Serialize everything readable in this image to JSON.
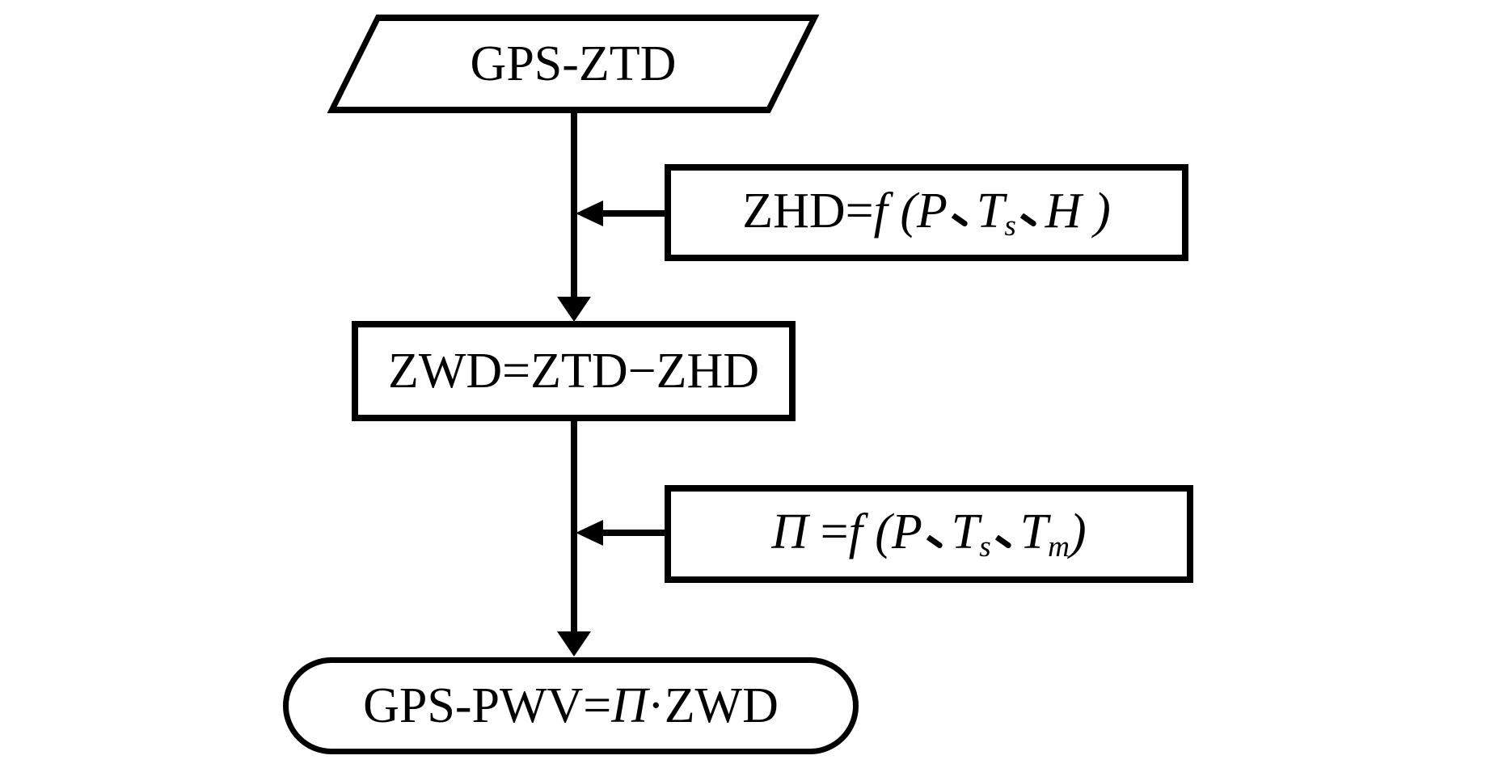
{
  "diagram": {
    "title": "GPS-PWV retrieval flowchart",
    "background_color": "#ffffff",
    "stroke_color": "#000000",
    "nodes": {
      "input": {
        "shape": "parallelogram",
        "label": "GPS-ZTD"
      },
      "zhd": {
        "shape": "rectangle",
        "formula": [
          {
            "t": "ZHD=",
            "k": "plain"
          },
          {
            "t": "f (",
            "k": "var"
          },
          {
            "t": "P",
            "k": "var"
          },
          {
            "t": "、",
            "k": "comma"
          },
          {
            "t": "T",
            "k": "var"
          },
          {
            "t": "s",
            "k": "sub"
          },
          {
            "t": "、",
            "k": "comma"
          },
          {
            "t": "H",
            "k": "var"
          },
          {
            "t": " )",
            "k": "var"
          }
        ]
      },
      "zwd": {
        "shape": "rectangle",
        "formula": [
          {
            "t": "ZWD=ZTD−ZHD",
            "k": "plain"
          }
        ]
      },
      "pi": {
        "shape": "rectangle",
        "formula": [
          {
            "t": "Π ",
            "k": "var"
          },
          {
            "t": "=",
            "k": "plain"
          },
          {
            "t": "f (",
            "k": "var"
          },
          {
            "t": "P",
            "k": "var"
          },
          {
            "t": "、",
            "k": "comma"
          },
          {
            "t": "T",
            "k": "var"
          },
          {
            "t": "s",
            "k": "sub"
          },
          {
            "t": "、",
            "k": "comma"
          },
          {
            "t": "T",
            "k": "var"
          },
          {
            "t": "m",
            "k": "sub"
          },
          {
            "t": ")",
            "k": "var"
          }
        ]
      },
      "output": {
        "shape": "rounded-rectangle",
        "formula": [
          {
            "t": "GPS-PWV=",
            "k": "plain"
          },
          {
            "t": "Π",
            "k": "var"
          },
          {
            "t": "·",
            "k": "plain"
          },
          {
            "t": "ZWD",
            "k": "plain"
          }
        ]
      }
    },
    "edges": [
      {
        "from": "input",
        "to": "zwd",
        "style": "arrow-down"
      },
      {
        "from": "zhd",
        "to": "input-zwd-line",
        "style": "arrow-left"
      },
      {
        "from": "zwd",
        "to": "output",
        "style": "arrow-down"
      },
      {
        "from": "pi",
        "to": "zwd-output-line",
        "style": "arrow-left"
      }
    ]
  }
}
